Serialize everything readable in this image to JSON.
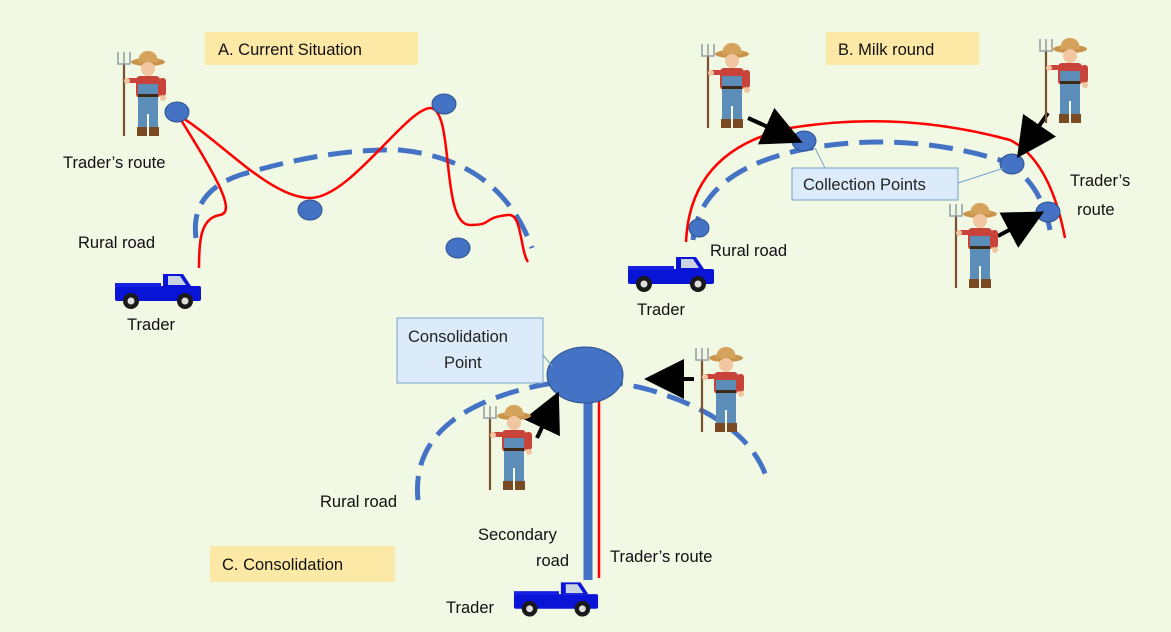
{
  "colors": {
    "background": "#f1f8e4",
    "title_box": "#fde9a6",
    "callout_box": "#dcebf9",
    "rural_road": "#4472c4",
    "traders_route": "#ff0000",
    "point_fill": "#4472c4",
    "truck": "#0a14d6"
  },
  "icons": [
    "farmer-icon",
    "truck-icon",
    "arrow-icon"
  ],
  "panel_a": {
    "title": "A.  Current Situation",
    "traders_route": "Trader’s route",
    "rural_road": "Rural road",
    "trader": "Trader"
  },
  "panel_b": {
    "title": "B.  Milk round",
    "collection_points": "Collection Points",
    "traders_route_1": "Trader’s",
    "traders_route_2": "route",
    "rural_road": "Rural road",
    "trader": "Trader"
  },
  "panel_c": {
    "title": "C.  Consolidation",
    "consolidation_1": "Consolidation",
    "consolidation_2": "Point",
    "rural_road": "Rural road",
    "secondary_1": "Secondary",
    "secondary_2": "road",
    "traders_route": "Trader’s route",
    "trader": "Trader"
  }
}
